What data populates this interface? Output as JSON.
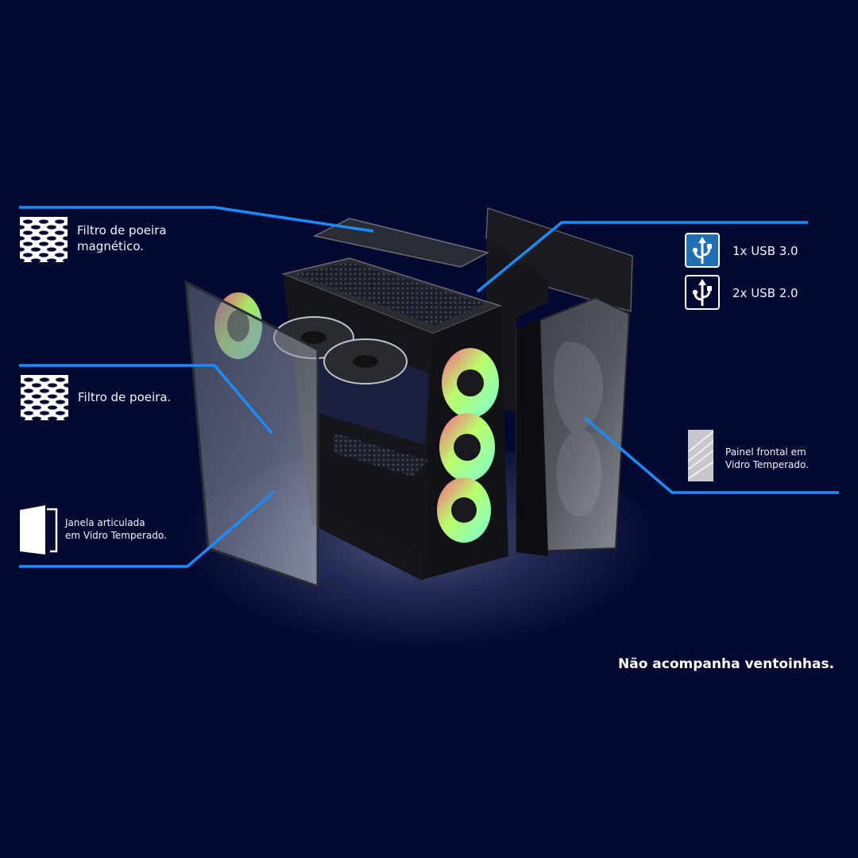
{
  "colors": {
    "background": "#030930",
    "accent_line": "#1a8cff",
    "usb3_fill": "#1f6fb4",
    "text": "#f2f4fa"
  },
  "product_image": {
    "subject": "exploded view of PC gaming case with RGB fans",
    "components": [
      "top magnetic dust filter",
      "top panel with I/O",
      "side tempered glass hinged window",
      "front tempered glass panel",
      "rear side panel",
      "3 front RGB fans",
      "2 top fans",
      "1 rear RGB fan"
    ]
  },
  "callouts": {
    "top_filter": {
      "icon": "mesh-filter-icon",
      "line1": "Filtro de poeira",
      "line2": "magnético."
    },
    "side_filter": {
      "icon": "mesh-filter-icon",
      "text": "Filtro de poeira."
    },
    "side_window": {
      "icon": "open-door-icon",
      "line1": "Janela articulada",
      "line2": "em Vidro Temperado."
    },
    "usb": {
      "items": [
        {
          "icon": "usb-icon",
          "style": "filled",
          "label": "1x USB 3.0"
        },
        {
          "icon": "usb-icon",
          "style": "outline",
          "label": "2x USB 2.0"
        }
      ]
    },
    "front_panel": {
      "icon": "tempered-glass-icon",
      "line1": "Painel frontal em",
      "line2": "Vidro Temperado."
    }
  },
  "footer_note": "Não acompanha ventoinhas."
}
